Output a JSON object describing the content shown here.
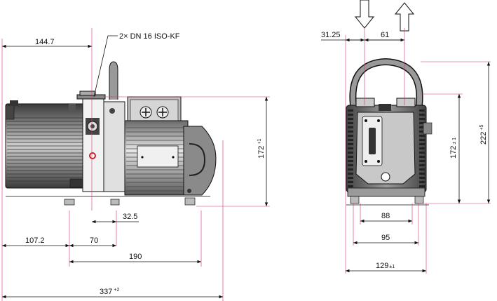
{
  "side_view": {
    "flange_label": "2× DN 16 ISO-KF",
    "dim_144_7": "144.7",
    "dim_107_2": "107.2",
    "dim_70": "70",
    "dim_32_5": "32.5",
    "dim_190": "190",
    "dim_337": "337",
    "dim_337_tol": "+2",
    "dim_172": "172",
    "dim_172_tol": "+1"
  },
  "front_view": {
    "dim_31_25": "31.25",
    "dim_61": "61",
    "dim_88": "88",
    "dim_95": "95",
    "dim_129": "129",
    "dim_129_tol": "±1",
    "dim_172": "172",
    "dim_172_tol": "± 1",
    "dim_222": "222",
    "dim_222_tol": "+5"
  },
  "colors": {
    "dimension_line": "#d3307d",
    "outline": "#111111"
  }
}
